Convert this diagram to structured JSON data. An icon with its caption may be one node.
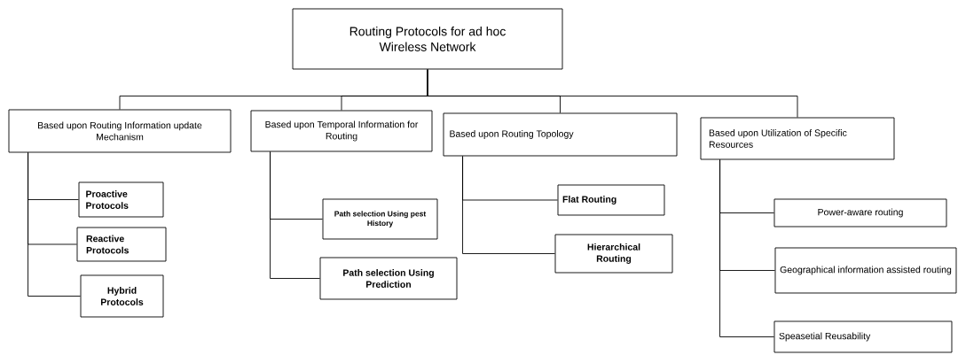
{
  "diagram": {
    "nodes": [
      {
        "text": [
          "Routing Protocols for ad hoc Wireless Network"
        ]
      },
      {
        "text": [
          "Based upon Routing Information update Mechanism"
        ]
      },
      {
        "text": [
          "Based upon Temporal Information for Routing"
        ]
      },
      {
        "text": [
          "Based upon Routing Topology"
        ]
      },
      {
        "text": [
          "Based upon Utilization of Specific Resources"
        ]
      },
      {
        "text": [
          "Proactive Protocols"
        ]
      },
      {
        "text": [
          "Reactive Protocols"
        ]
      },
      {
        "text": [
          "Hybrid Protocols"
        ]
      },
      {
        "text": [
          "Path selection Using pest History"
        ]
      },
      {
        "text": [
          "Path selection Using Prediction"
        ]
      },
      {
        "text": [
          "Flat Routing"
        ]
      },
      {
        "text": [
          "Hierarchical Routing"
        ]
      },
      {
        "text": [
          "Power-aware routing"
        ]
      },
      {
        "text": [
          "Geographical information assisted routing"
        ]
      },
      {
        "text": [
          "Speasetial Reusability"
        ]
      }
    ],
    "edges": [
      {
        "from": 0,
        "to": 1,
        "arrow": "none"
      },
      {
        "from": 0,
        "to": 2,
        "arrow": "none"
      },
      {
        "from": 0,
        "to": 3,
        "arrow": "none"
      },
      {
        "from": 0,
        "to": 4,
        "arrow": "none"
      },
      {
        "from": 1,
        "to": 5,
        "arrow": "none"
      },
      {
        "from": 1,
        "to": 6,
        "arrow": "none"
      },
      {
        "from": 1,
        "to": 7,
        "arrow": "none"
      },
      {
        "from": 2,
        "to": 8,
        "arrow": "none"
      },
      {
        "from": 2,
        "to": 9,
        "arrow": "none"
      },
      {
        "from": 3,
        "to": 10,
        "arrow": "none"
      },
      {
        "from": 3,
        "to": 11,
        "arrow": "none"
      },
      {
        "from": 4,
        "to": 12,
        "arrow": "none"
      },
      {
        "from": 4,
        "to": 13,
        "arrow": "none"
      },
      {
        "from": 4,
        "to": 14,
        "arrow": "none"
      }
    ]
  }
}
